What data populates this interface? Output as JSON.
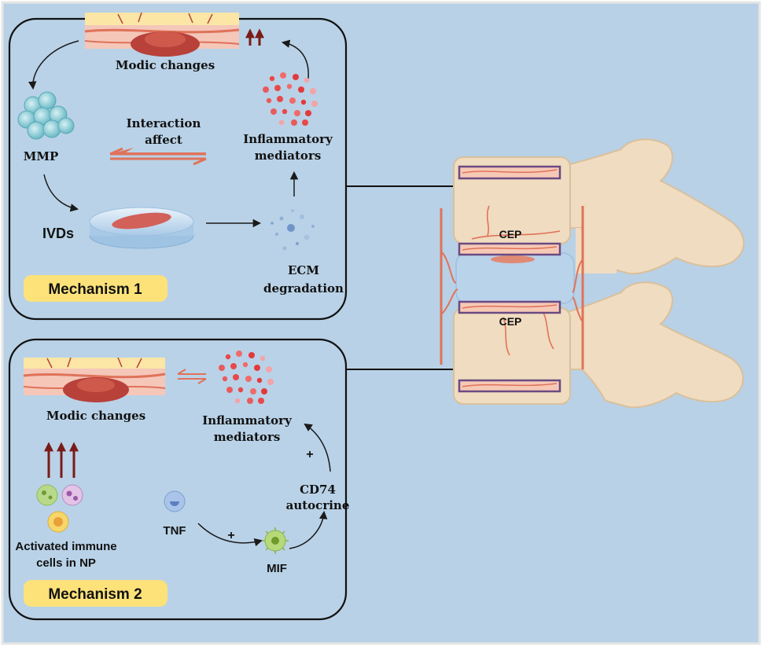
{
  "mechanism1": {
    "badge": "Mechanism 1",
    "modic_label": "Modic changes",
    "mmp_label": "MMP",
    "interaction_line1": "Interaction",
    "interaction_line2": "affect",
    "inflam_line1": "Inflammatory",
    "inflam_line2": "mediators",
    "ivds_label": "IVDs",
    "ecm_line1": "ECM",
    "ecm_line2": "degradation"
  },
  "mechanism2": {
    "badge": "Mechanism 2",
    "modic_label": "Modic changes",
    "inflam_line1": "Inflammatory",
    "inflam_line2": "mediators",
    "immune_line1": "Activated immune",
    "immune_line2": "cells in NP",
    "tnf_label": "TNF",
    "mif_label": "MIF",
    "cd74_line1": "CD74",
    "cd74_line2": "autocrine",
    "plus_top": "+",
    "plus_bottom": "+"
  },
  "spine": {
    "cep_upper": "CEP",
    "cep_lower": "CEP"
  },
  "colors": {
    "background": "#b8d1e6",
    "panel": "#b9d2e7",
    "badge": "#fde27a",
    "bone": "#f0dcc0",
    "bone_edge": "#d9c09c",
    "vessel": "#e0725a",
    "tissue_dark": "#b8413a",
    "plate_border": "#6a4a82",
    "dark_red_arrow": "#7a1b18"
  }
}
